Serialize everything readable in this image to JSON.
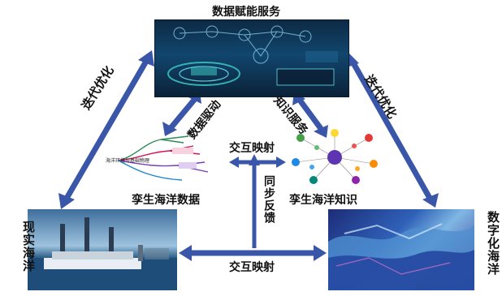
{
  "labels": {
    "top_title": "数据赋能服务",
    "left_edge": "迭代优化",
    "right_edge": "迭代优化",
    "data_driven": "数据驱动",
    "knowledge_service": "知识服务",
    "interact_top": "交互映射",
    "interact_bottom": "交互映射",
    "sync_feedback": "同步反馈",
    "twin_data": "孪生海洋数据",
    "twin_knowledge": "孪生海洋知识",
    "real_ocean": "现实海洋",
    "digital_ocean": "数字化海洋"
  },
  "mindmap_data": {
    "root": "海洋环境与基础物理"
  },
  "colors": {
    "arrow_blue": "#3a56a8",
    "hub_dark": "#0d2a44",
    "hub_glow": "#3fd0c8"
  }
}
